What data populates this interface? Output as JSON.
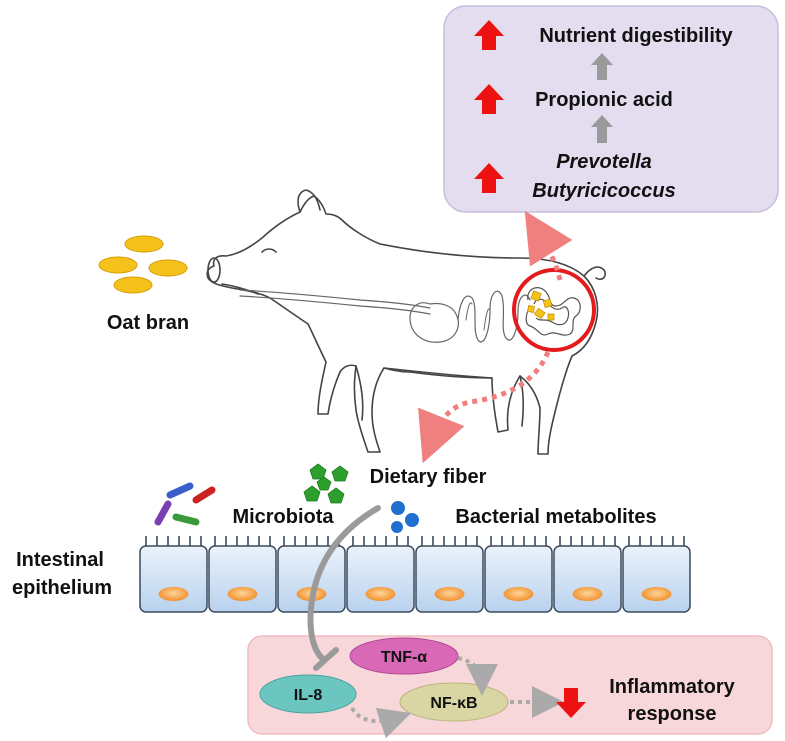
{
  "outcomes_panel": {
    "items": [
      {
        "text": "Nutrient digestibility",
        "italic": false
      },
      {
        "text": "Propionic acid",
        "italic": false
      },
      {
        "text": "Prevotella",
        "italic": true
      },
      {
        "text": "Butyricicoccus",
        "italic": true
      }
    ]
  },
  "left_labels": {
    "oat_bran": "Oat bran",
    "intestinal_line1": "Intestinal",
    "intestinal_line2": "epithelium"
  },
  "gut_labels": {
    "dietary_fiber": "Dietary fiber",
    "microbiota": "Microbiota",
    "bacterial_metabolites": "Bacterial metabolites"
  },
  "inflammation_panel": {
    "tnf": "TNF-α",
    "il8": "IL-8",
    "nfkb": "NF-κB",
    "response_line1": "Inflammatory",
    "response_line2": "response"
  },
  "colors": {
    "outcomes_bg": "#e4dcef",
    "inflammation_bg": "#f8d7da",
    "up_arrow": "#ee1111",
    "down_arrow": "#ee1111",
    "gray_arrow": "#9a9a9a",
    "dotted_arrow": "#f08080",
    "tnf": "#d968b6",
    "il8": "#6cc6c0",
    "nfkb": "#d9d6a3",
    "oat": "#f5c21b",
    "highlight_circle": "#e41a1c",
    "cell_fill": "#cfe0f3",
    "nucleus": "#f39a3a"
  }
}
